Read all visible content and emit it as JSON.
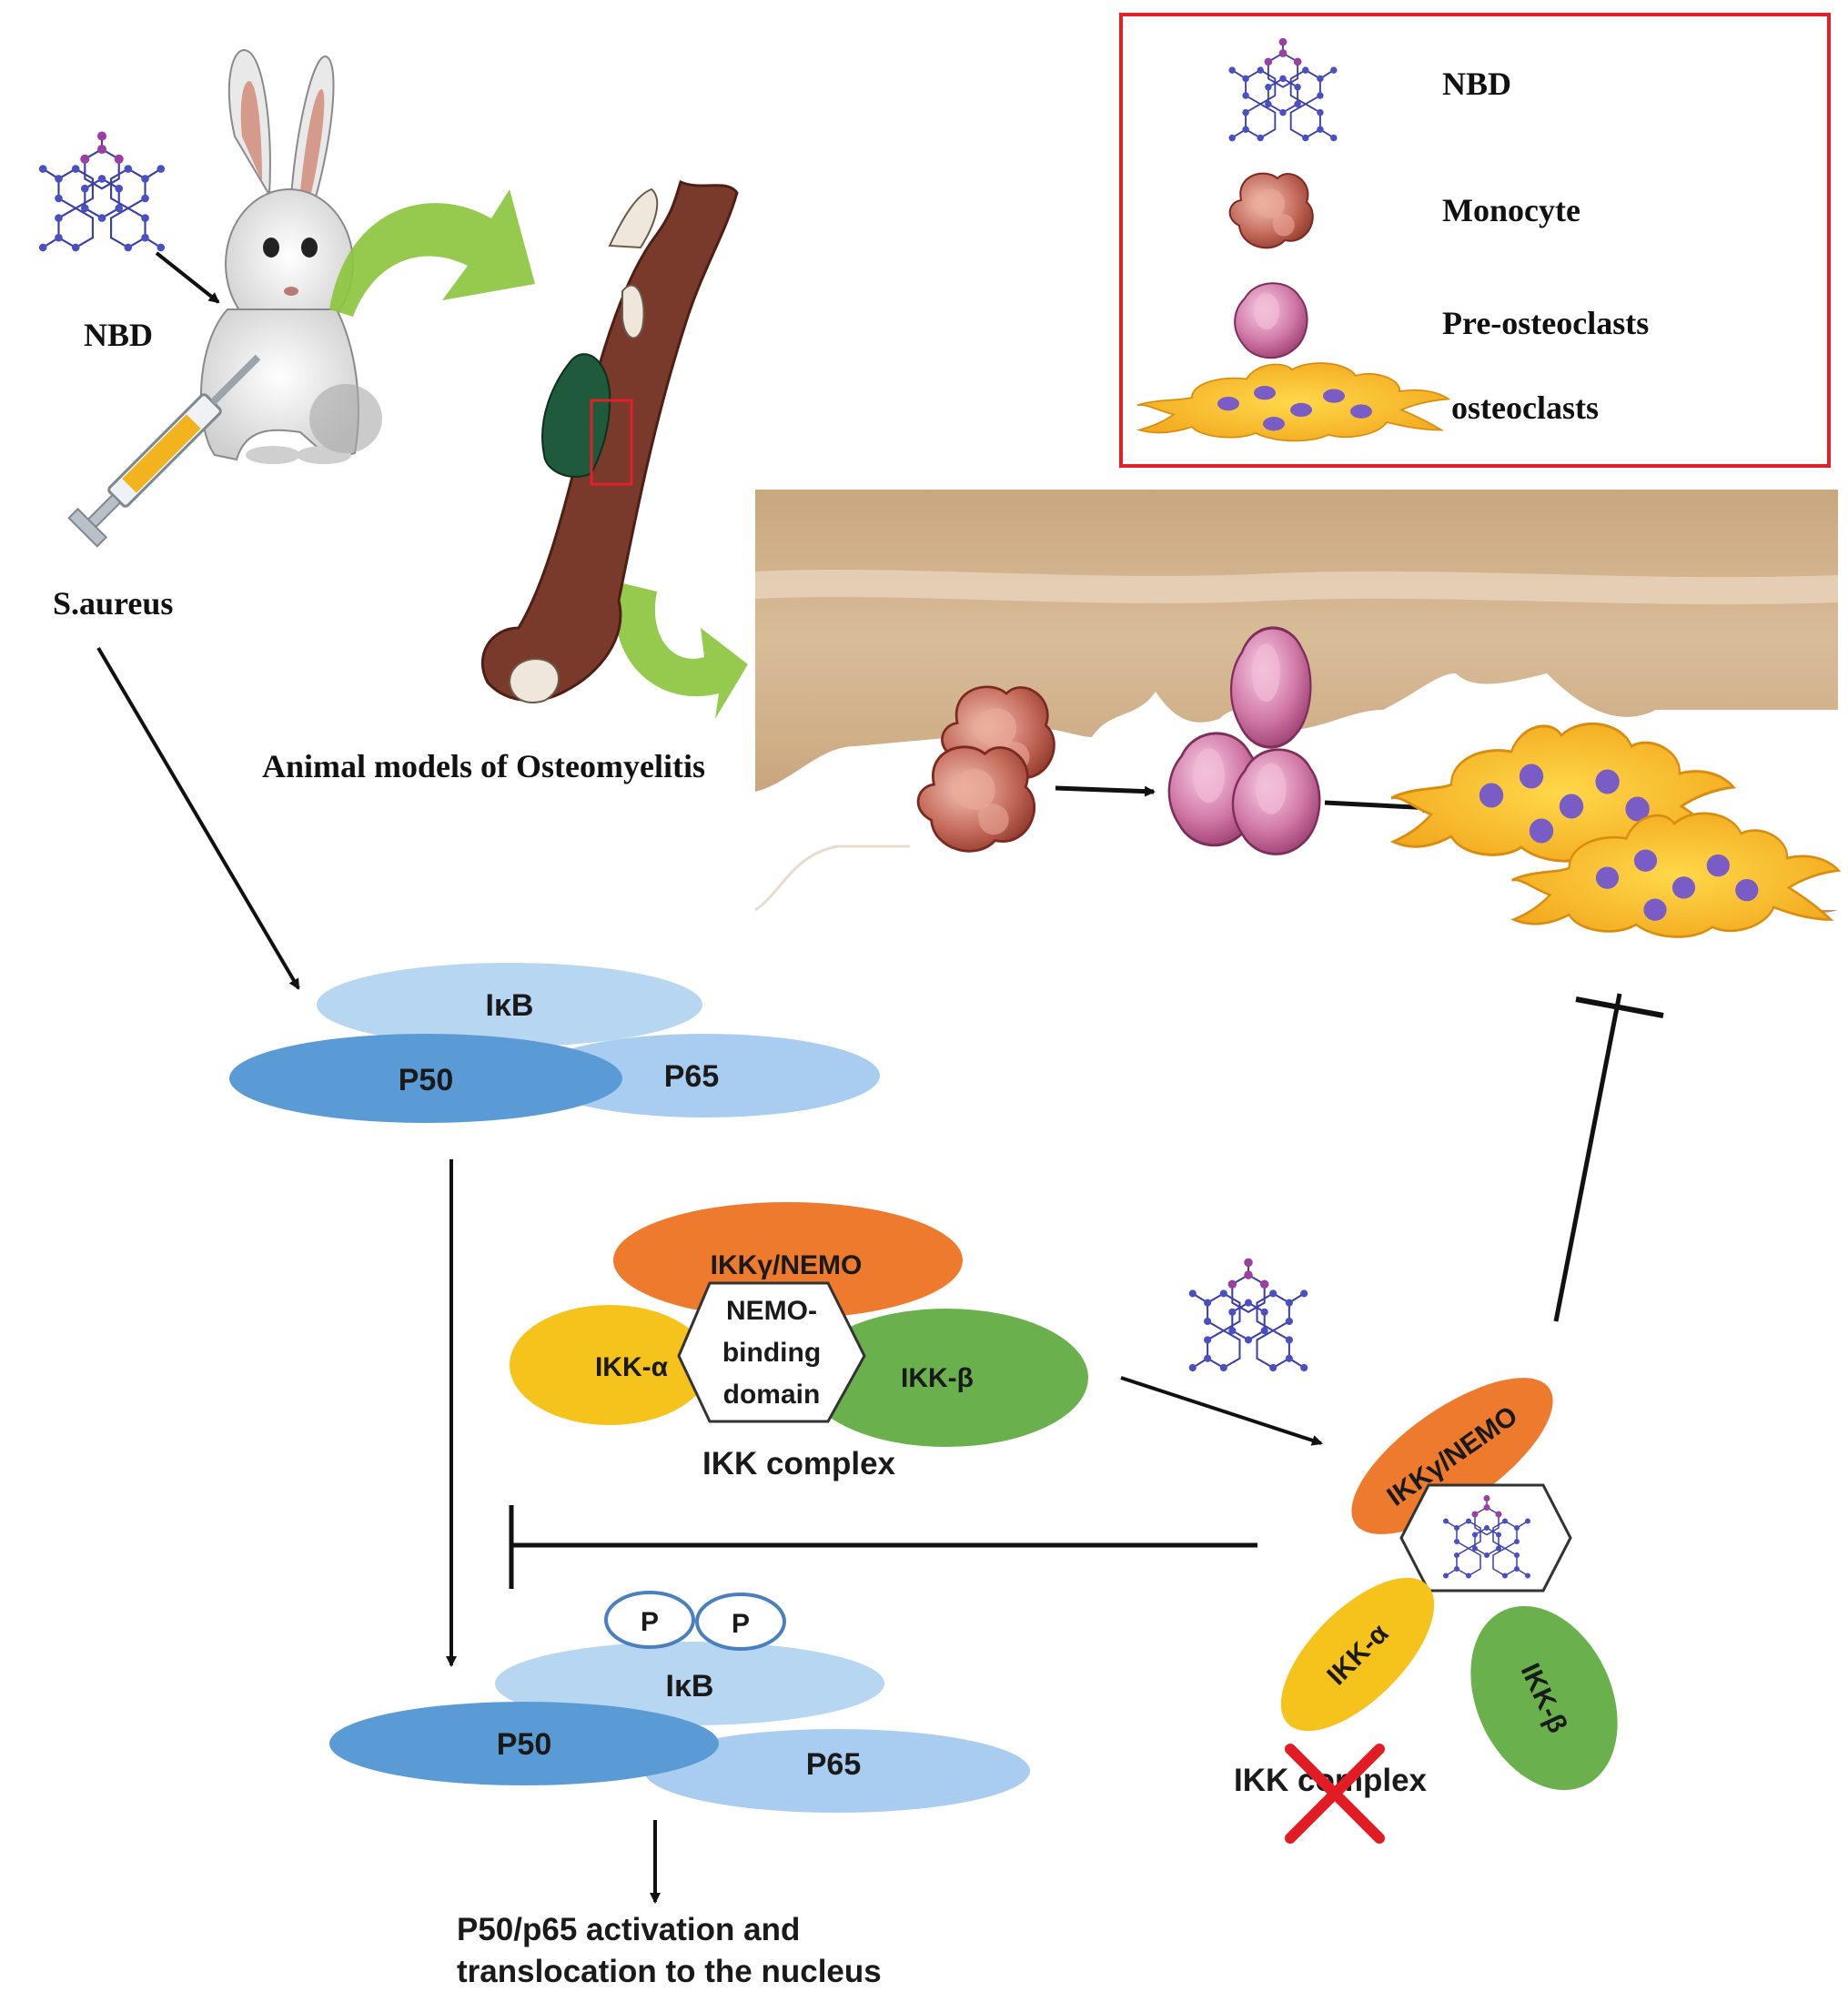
{
  "legend": {
    "items": [
      {
        "icon": "nbd-molecule-icon",
        "label": "NBD"
      },
      {
        "icon": "monocyte-icon",
        "label": "Monocyte"
      },
      {
        "icon": "pre-osteoclast-icon",
        "label": "Pre-osteoclasts"
      },
      {
        "icon": "osteoclast-icon",
        "label": "osteoclasts"
      }
    ],
    "border_color": "#e0202a"
  },
  "labels": {
    "nbd": "NBD",
    "s_aureus": "S.aureus",
    "animal_models": "Animal models of Osteomyelitis"
  },
  "nfkb_inactive": {
    "ikb": "IκB",
    "p50": "P50",
    "p65": "P65"
  },
  "ikk_complex": {
    "gamma": "IKKγ/NEMO",
    "alpha": "IKK-α",
    "beta": "IKK-β",
    "hex_line1": "NEMO-",
    "hex_line2": "binding",
    "hex_line3": "domain",
    "caption": "IKK complex"
  },
  "ikk_blocked": {
    "gamma": "IKKγ/NEMO",
    "alpha": "IKK-α",
    "beta": "IKK-β",
    "caption": "IKK complex"
  },
  "nfkb_active": {
    "p": "P",
    "ikb": "IκB",
    "p50": "P50",
    "p65": "P65"
  },
  "outcome": {
    "line1": "P50/p65 activation and",
    "line2": "translocation to the nucleus"
  },
  "colors": {
    "ikk_gamma": "#ee7a2e",
    "ikk_alpha": "#f6c31c",
    "ikk_beta": "#6ab04c",
    "p50": "#5b9bd5",
    "p65": "#a9cdf0",
    "ikb": "#b7d6f2",
    "cross": "#e31b23",
    "arrow_green": "#8cc63f"
  }
}
